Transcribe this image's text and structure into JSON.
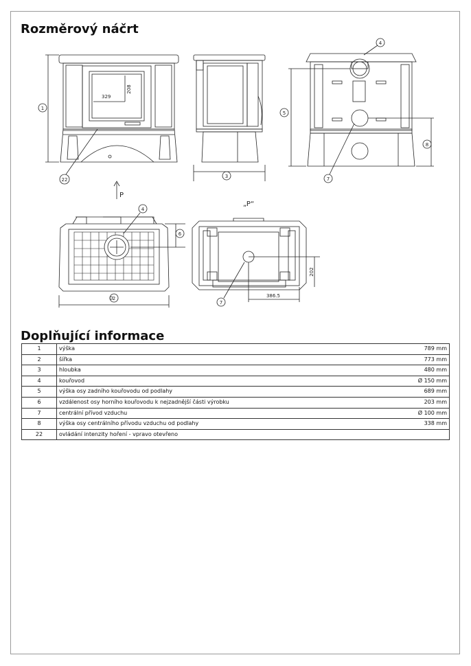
{
  "headings": {
    "sketch": "Rozměrový náčrt",
    "info": "Doplňující informace"
  },
  "drawing_labels": {
    "callouts": [
      "1",
      "22",
      "3",
      "4",
      "5",
      "8",
      "7",
      "6",
      "2",
      "4",
      "7"
    ],
    "dim_window_w": "329",
    "dim_window_h": "208",
    "dim_offset_x": "386.5",
    "dim_offset_y": "202",
    "view_arrow": "P",
    "view_label": "„P“"
  },
  "info_rows": [
    {
      "num": "1",
      "desc": "výška",
      "value": "789 mm"
    },
    {
      "num": "2",
      "desc": "šířka",
      "value": "773 mm"
    },
    {
      "num": "3",
      "desc": "hloubka",
      "value": "480 mm"
    },
    {
      "num": "4",
      "desc": "kouřovod",
      "value": "Ø 150 mm"
    },
    {
      "num": "5",
      "desc": "výška osy zadního kouřovodu od podlahy",
      "value": "689 mm"
    },
    {
      "num": "6",
      "desc": "vzdálenost osy horního kouřovodu k nejzadnější části výrobku",
      "value": "203 mm"
    },
    {
      "num": "7",
      "desc": "centrální přívod vzduchu",
      "value": "Ø 100 mm"
    },
    {
      "num": "8",
      "desc": "výška osy centrálního přívodu vzduchu od podlahy",
      "value": "338 mm"
    },
    {
      "num": "22",
      "desc": "ovládání intenzity hoření - vpravo otevřeno",
      "value": ""
    }
  ]
}
